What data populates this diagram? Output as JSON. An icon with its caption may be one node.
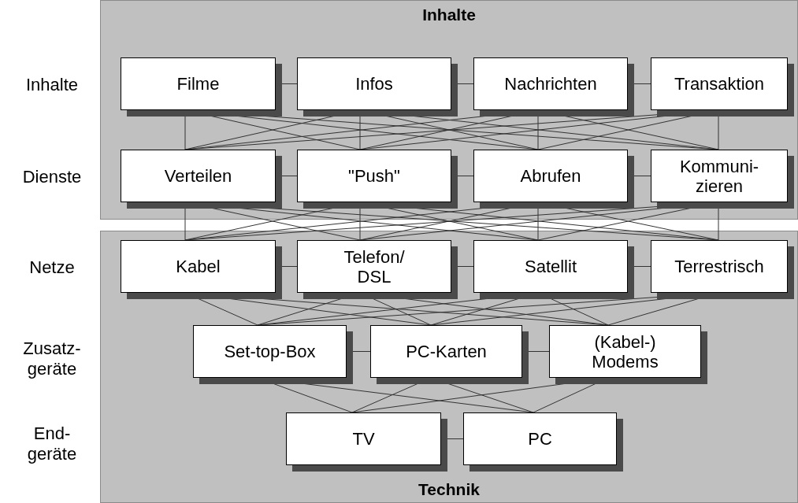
{
  "diagram": {
    "nodes": [
      {
        "text": [
          "Inhalte"
        ]
      },
      {
        "text": [
          "Technik"
        ]
      },
      {
        "text": [
          "Filme"
        ],
        "in": 0
      },
      {
        "text": [
          "Infos"
        ],
        "in": 0
      },
      {
        "text": [
          "Nachrichten"
        ],
        "in": 0
      },
      {
        "text": [
          "Transaktion"
        ],
        "in": 0
      },
      {
        "text": [
          "Verteilen"
        ],
        "in": 0
      },
      {
        "text": [
          "\"Push\""
        ],
        "in": 0
      },
      {
        "text": [
          "Abrufen"
        ],
        "in": 0
      },
      {
        "text": [
          "Kommuni- zieren"
        ],
        "in": 0
      },
      {
        "text": [
          "Kabel"
        ],
        "in": 1
      },
      {
        "text": [
          "Telefon/ DSL"
        ],
        "in": 1
      },
      {
        "text": [
          "Satellit"
        ],
        "in": 1
      },
      {
        "text": [
          "Terrestrisch"
        ],
        "in": 1
      },
      {
        "text": [
          "Set-top-Box"
        ],
        "in": 1
      },
      {
        "text": [
          "PC-Karten"
        ],
        "in": 1
      },
      {
        "text": [
          "(Kabel-) Modems"
        ],
        "in": 1
      },
      {
        "text": [
          "TV"
        ],
        "in": 1
      },
      {
        "text": [
          "PC"
        ],
        "in": 1
      }
    ],
    "edges": [
      {
        "from": 2,
        "to": 3,
        "arrow": "none"
      },
      {
        "from": 3,
        "to": 4,
        "arrow": "none"
      },
      {
        "from": 4,
        "to": 5,
        "arrow": "none"
      },
      {
        "from": 6,
        "to": 7,
        "arrow": "none"
      },
      {
        "from": 7,
        "to": 8,
        "arrow": "none"
      },
      {
        "from": 8,
        "to": 9,
        "arrow": "none"
      },
      {
        "from": 10,
        "to": 11,
        "arrow": "none"
      },
      {
        "from": 11,
        "to": 12,
        "arrow": "none"
      },
      {
        "from": 12,
        "to": 13,
        "arrow": "none"
      },
      {
        "from": 14,
        "to": 15,
        "arrow": "none"
      },
      {
        "from": 15,
        "to": 16,
        "arrow": "none"
      },
      {
        "from": 17,
        "to": 18,
        "arrow": "none"
      },
      {
        "from": 2,
        "to": 6,
        "arrow": "none"
      },
      {
        "from": 2,
        "to": 7,
        "arrow": "none"
      },
      {
        "from": 2,
        "to": 8,
        "arrow": "none"
      },
      {
        "from": 2,
        "to": 9,
        "arrow": "none"
      },
      {
        "from": 3,
        "to": 6,
        "arrow": "none"
      },
      {
        "from": 3,
        "to": 7,
        "arrow": "none"
      },
      {
        "from": 3,
        "to": 8,
        "arrow": "none"
      },
      {
        "from": 3,
        "to": 9,
        "arrow": "none"
      },
      {
        "from": 4,
        "to": 6,
        "arrow": "none"
      },
      {
        "from": 4,
        "to": 7,
        "arrow": "none"
      },
      {
        "from": 4,
        "to": 8,
        "arrow": "none"
      },
      {
        "from": 4,
        "to": 9,
        "arrow": "none"
      },
      {
        "from": 5,
        "to": 6,
        "arrow": "none"
      },
      {
        "from": 5,
        "to": 7,
        "arrow": "none"
      },
      {
        "from": 5,
        "to": 8,
        "arrow": "none"
      },
      {
        "from": 5,
        "to": 9,
        "arrow": "none"
      },
      {
        "from": 6,
        "to": 10,
        "arrow": "none"
      },
      {
        "from": 6,
        "to": 11,
        "arrow": "none"
      },
      {
        "from": 6,
        "to": 12,
        "arrow": "none"
      },
      {
        "from": 6,
        "to": 13,
        "arrow": "none"
      },
      {
        "from": 7,
        "to": 10,
        "arrow": "none"
      },
      {
        "from": 7,
        "to": 11,
        "arrow": "none"
      },
      {
        "from": 7,
        "to": 12,
        "arrow": "none"
      },
      {
        "from": 7,
        "to": 13,
        "arrow": "none"
      },
      {
        "from": 8,
        "to": 10,
        "arrow": "none"
      },
      {
        "from": 8,
        "to": 11,
        "arrow": "none"
      },
      {
        "from": 8,
        "to": 12,
        "arrow": "none"
      },
      {
        "from": 8,
        "to": 13,
        "arrow": "none"
      },
      {
        "from": 9,
        "to": 10,
        "arrow": "none"
      },
      {
        "from": 9,
        "to": 11,
        "arrow": "none"
      },
      {
        "from": 9,
        "to": 12,
        "arrow": "none"
      },
      {
        "from": 9,
        "to": 13,
        "arrow": "none"
      },
      {
        "from": 10,
        "to": 14,
        "arrow": "none"
      },
      {
        "from": 10,
        "to": 15,
        "arrow": "none"
      },
      {
        "from": 10,
        "to": 16,
        "arrow": "none"
      },
      {
        "from": 11,
        "to": 14,
        "arrow": "none"
      },
      {
        "from": 11,
        "to": 15,
        "arrow": "none"
      },
      {
        "from": 11,
        "to": 16,
        "arrow": "none"
      },
      {
        "from": 12,
        "to": 14,
        "arrow": "none"
      },
      {
        "from": 12,
        "to": 15,
        "arrow": "none"
      },
      {
        "from": 12,
        "to": 16,
        "arrow": "none"
      },
      {
        "from": 13,
        "to": 14,
        "arrow": "none"
      },
      {
        "from": 13,
        "to": 15,
        "arrow": "none"
      },
      {
        "from": 13,
        "to": 16,
        "arrow": "none"
      },
      {
        "from": 14,
        "to": 17,
        "arrow": "none"
      },
      {
        "from": 14,
        "to": 18,
        "arrow": "none"
      },
      {
        "from": 15,
        "to": 17,
        "arrow": "none"
      },
      {
        "from": 15,
        "to": 18,
        "arrow": "none"
      },
      {
        "from": 16,
        "to": 17,
        "arrow": "none"
      },
      {
        "from": 16,
        "to": 18,
        "arrow": "none"
      }
    ],
    "labels": [
      "Inhalte",
      "Dienste",
      "Netze",
      "Zusatz- geräte",
      "End- geräte"
    ]
  }
}
